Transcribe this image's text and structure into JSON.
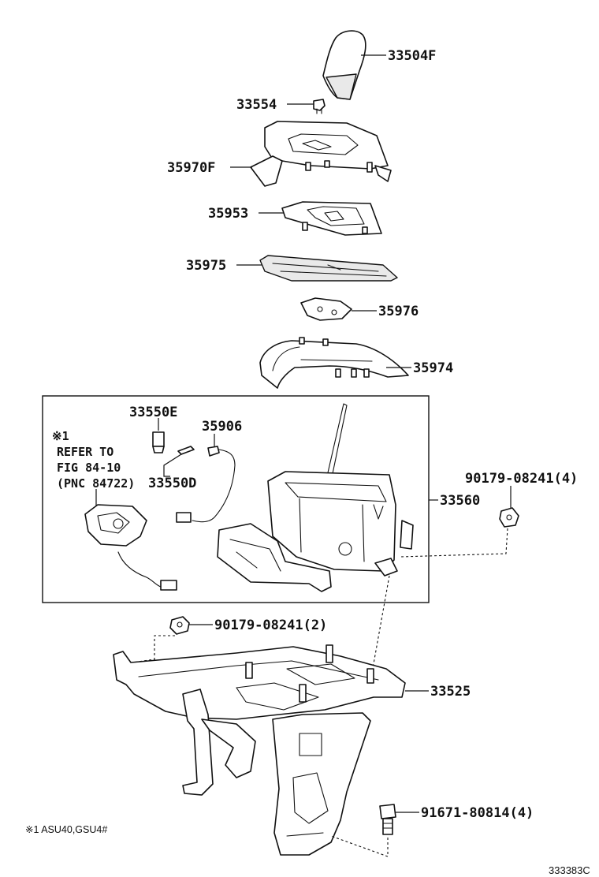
{
  "callouts": {
    "knob": "33504F",
    "pin": "33554",
    "indicator_housing": "35970F",
    "indicator_plate": "35953",
    "slide_cover": "35975",
    "stopper": "35976",
    "housing_cover": "35974",
    "bushing": "33550E",
    "switch_harness": "35906",
    "connector_pin": "33550D",
    "shift_lever_assy": "33560",
    "nut_upper": "90179-08241(4)",
    "nut_lower": "90179-08241(2)",
    "bracket": "33525",
    "bolt": "91671-80814(4)"
  },
  "refer_note": {
    "mark": "※1",
    "line1": "REFER TO",
    "line2": "FIG 84-10",
    "line3": "(PNC 84722)"
  },
  "footnote": "※1 ASU40,GSU4#",
  "diagram_code": "333383C"
}
